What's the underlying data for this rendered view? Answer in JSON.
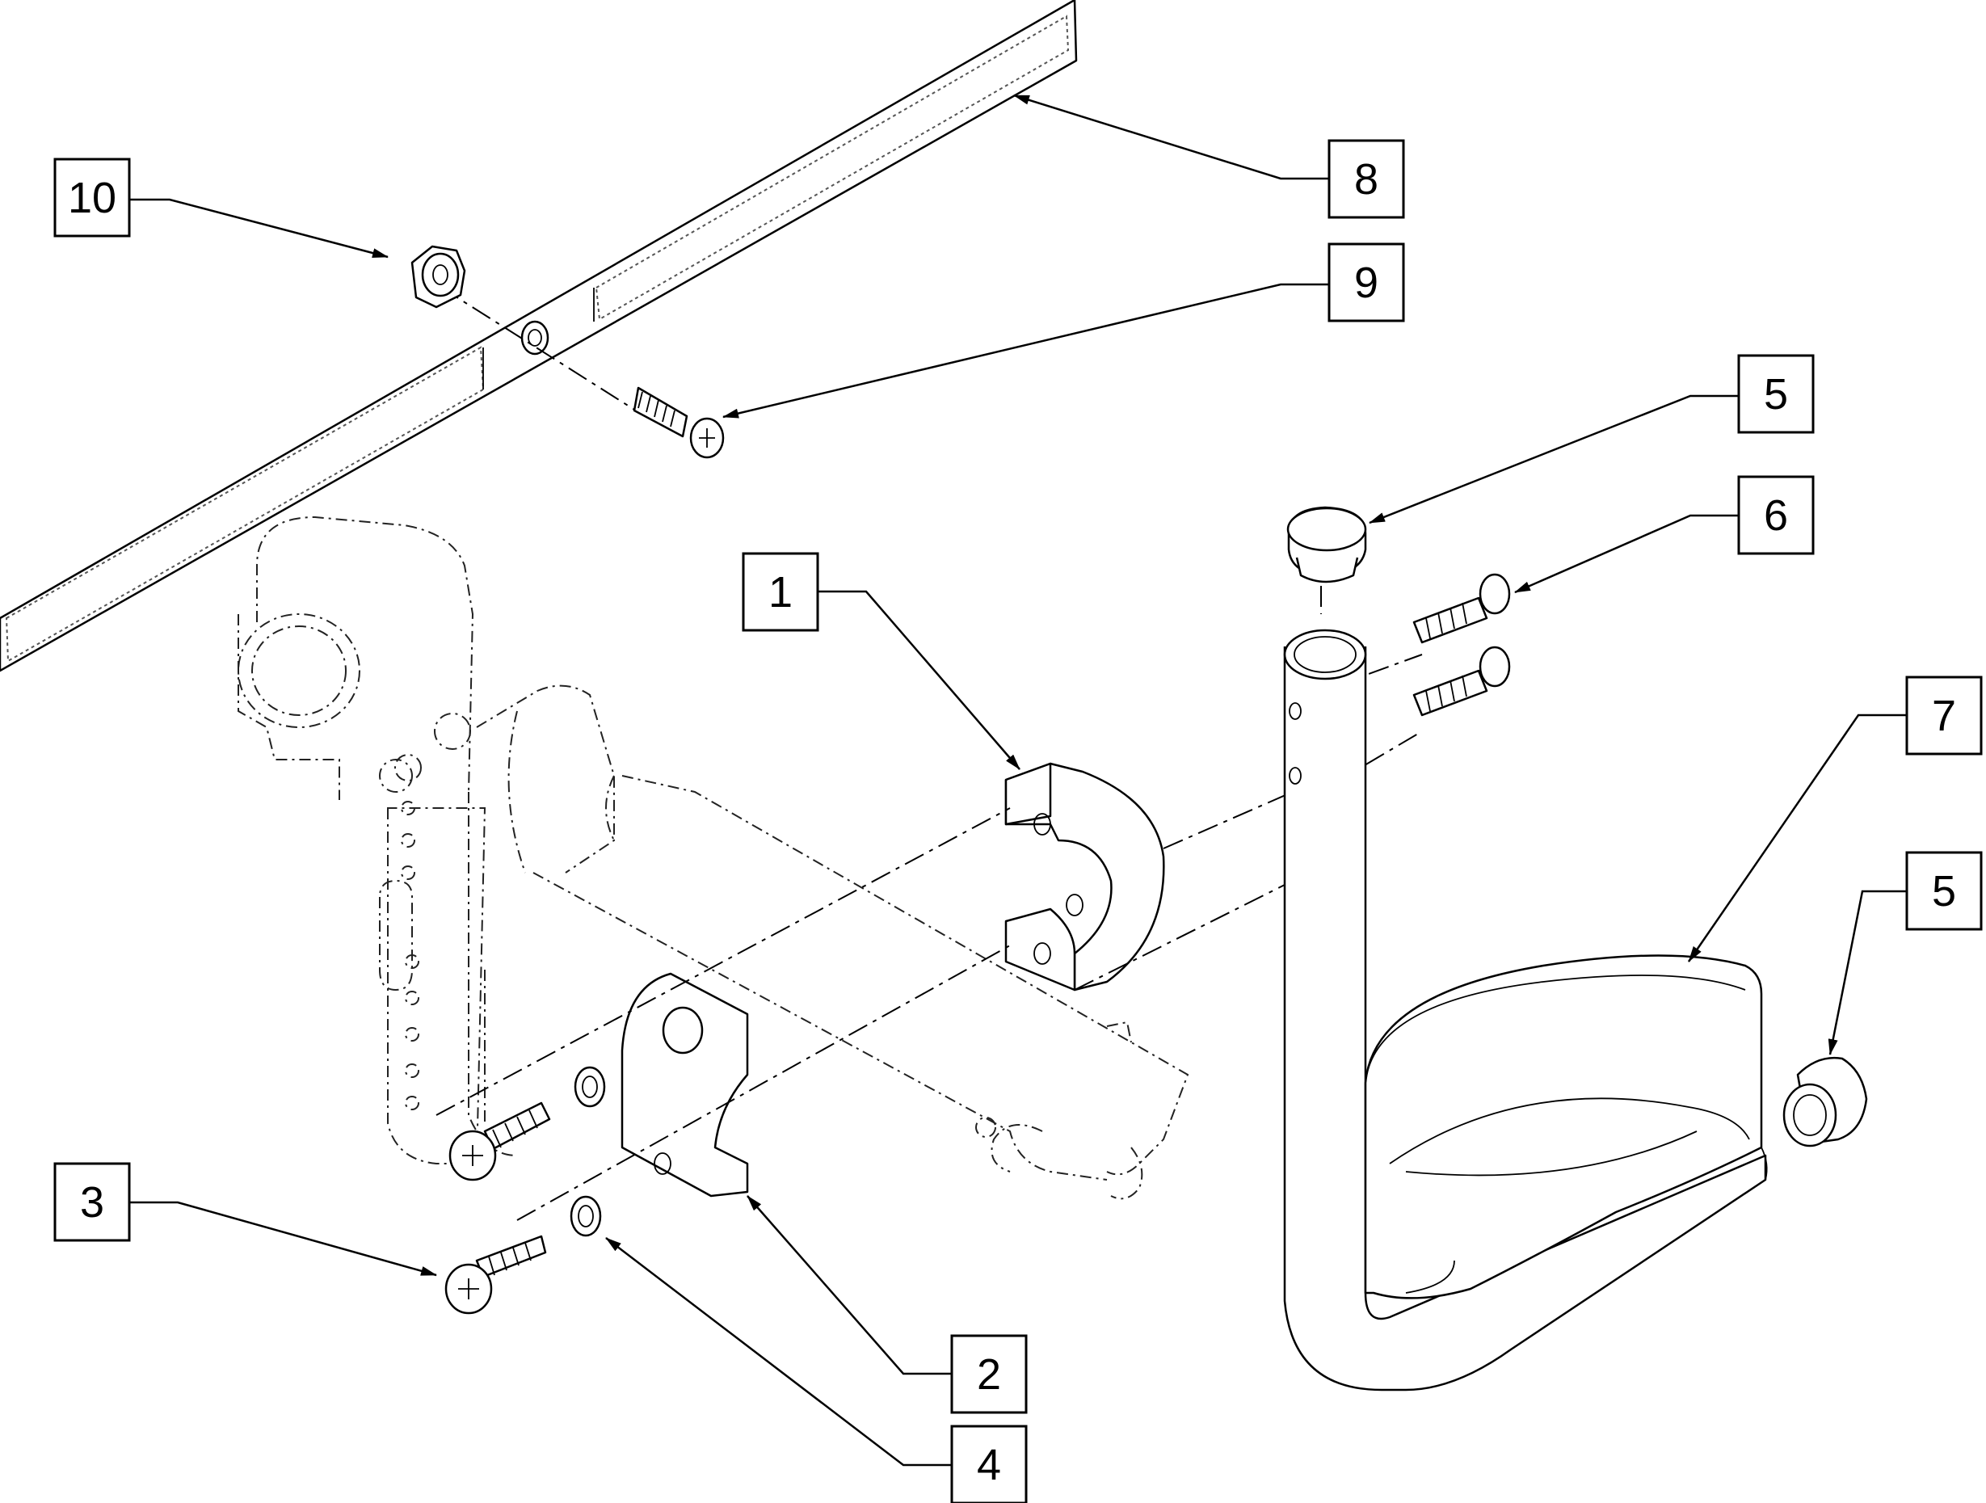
{
  "diagram": {
    "colors": {
      "line": "#000000",
      "background": "#ffffff"
    },
    "callouts": [
      {
        "id": "c10",
        "label": "10",
        "part": "hex-nut"
      },
      {
        "id": "c8",
        "label": "8",
        "part": "calf-strap"
      },
      {
        "id": "c9",
        "label": "9",
        "part": "strap-screw"
      },
      {
        "id": "c5a",
        "label": "5",
        "part": "tube-end-cap-top"
      },
      {
        "id": "c6",
        "label": "6",
        "part": "mounting-screws"
      },
      {
        "id": "c1",
        "label": "1",
        "part": "inner-clamp-half"
      },
      {
        "id": "c7",
        "label": "7",
        "part": "footrest-hanger-with-footplate"
      },
      {
        "id": "c5b",
        "label": "5",
        "part": "tube-end-cap-side"
      },
      {
        "id": "c3",
        "label": "3",
        "part": "socket-head-cap-screw"
      },
      {
        "id": "c2",
        "label": "2",
        "part": "outer-clamp-half"
      },
      {
        "id": "c4",
        "label": "4",
        "part": "lock-washer"
      }
    ]
  }
}
